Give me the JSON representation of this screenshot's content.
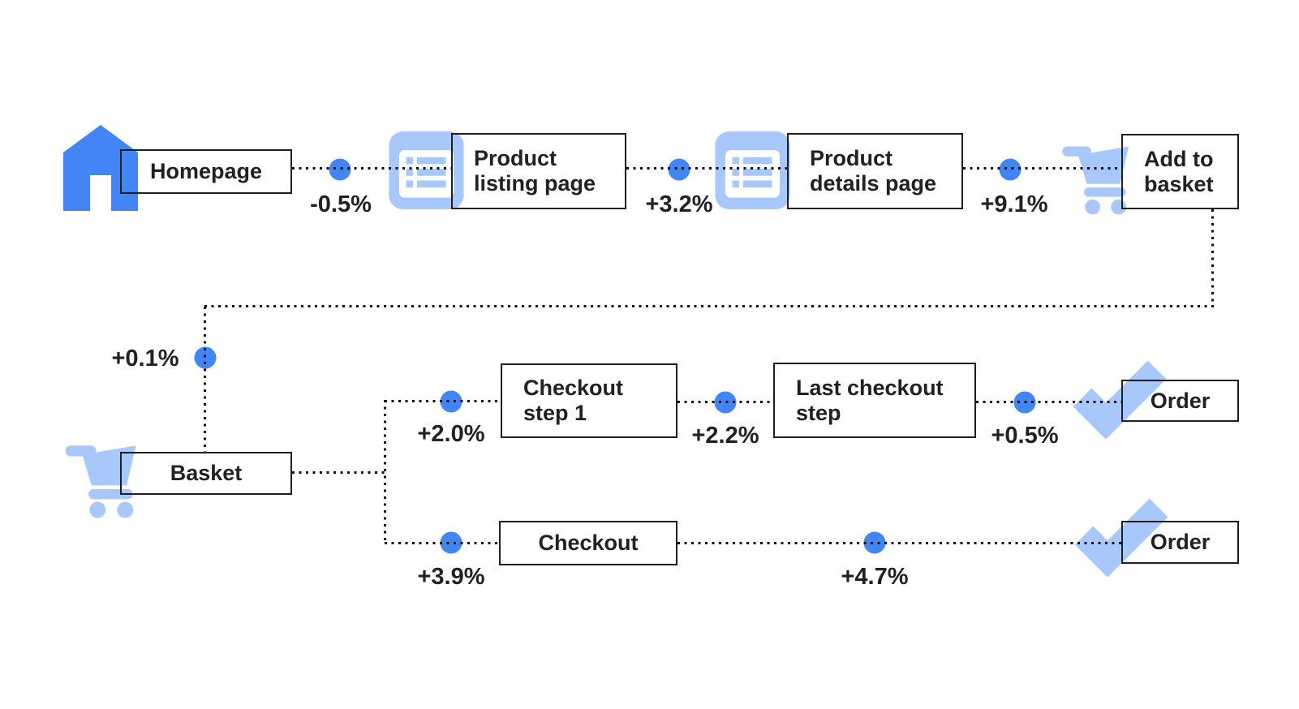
{
  "colors": {
    "primary_blue": "#4285F4",
    "light_blue": "#A8C7FA",
    "line_color": "#111111",
    "text_color": "#202124",
    "border_color": "#1F1F1F",
    "bg": "#FFFFFF"
  },
  "nodes": {
    "homepage": {
      "label": "Homepage",
      "icon": "home-icon"
    },
    "product_listing": {
      "line1": "Product",
      "line2": "listing page",
      "icon": "list-icon"
    },
    "product_details": {
      "line1": "Product",
      "line2": "details page",
      "icon": "list-icon"
    },
    "add_to_basket": {
      "line1": "Add to",
      "line2": "basket",
      "icon": "cart-icon"
    },
    "basket": {
      "label": "Basket",
      "icon": "cart-icon"
    },
    "checkout_step_1": {
      "line1": "Checkout",
      "line2": "step 1"
    },
    "last_checkout_step": {
      "line1": "Last checkout",
      "line2": "step"
    },
    "checkout": {
      "label": "Checkout"
    },
    "order_top": {
      "label": "Order",
      "icon": "checkmark-icon"
    },
    "order_bottom": {
      "label": "Order",
      "icon": "checkmark-icon"
    }
  },
  "deltas": {
    "homepage_to_listing": "-0.5%",
    "listing_to_details": "+3.2%",
    "details_to_add_to_basket": "+9.1%",
    "add_to_basket_to_basket": "+0.1%",
    "basket_to_checkout_step_1": "+2.0%",
    "checkout_step_1_to_last_checkout": "+2.2%",
    "last_checkout_to_order": "+0.5%",
    "basket_to_checkout": "+3.9%",
    "checkout_to_order": "+4.7%"
  }
}
